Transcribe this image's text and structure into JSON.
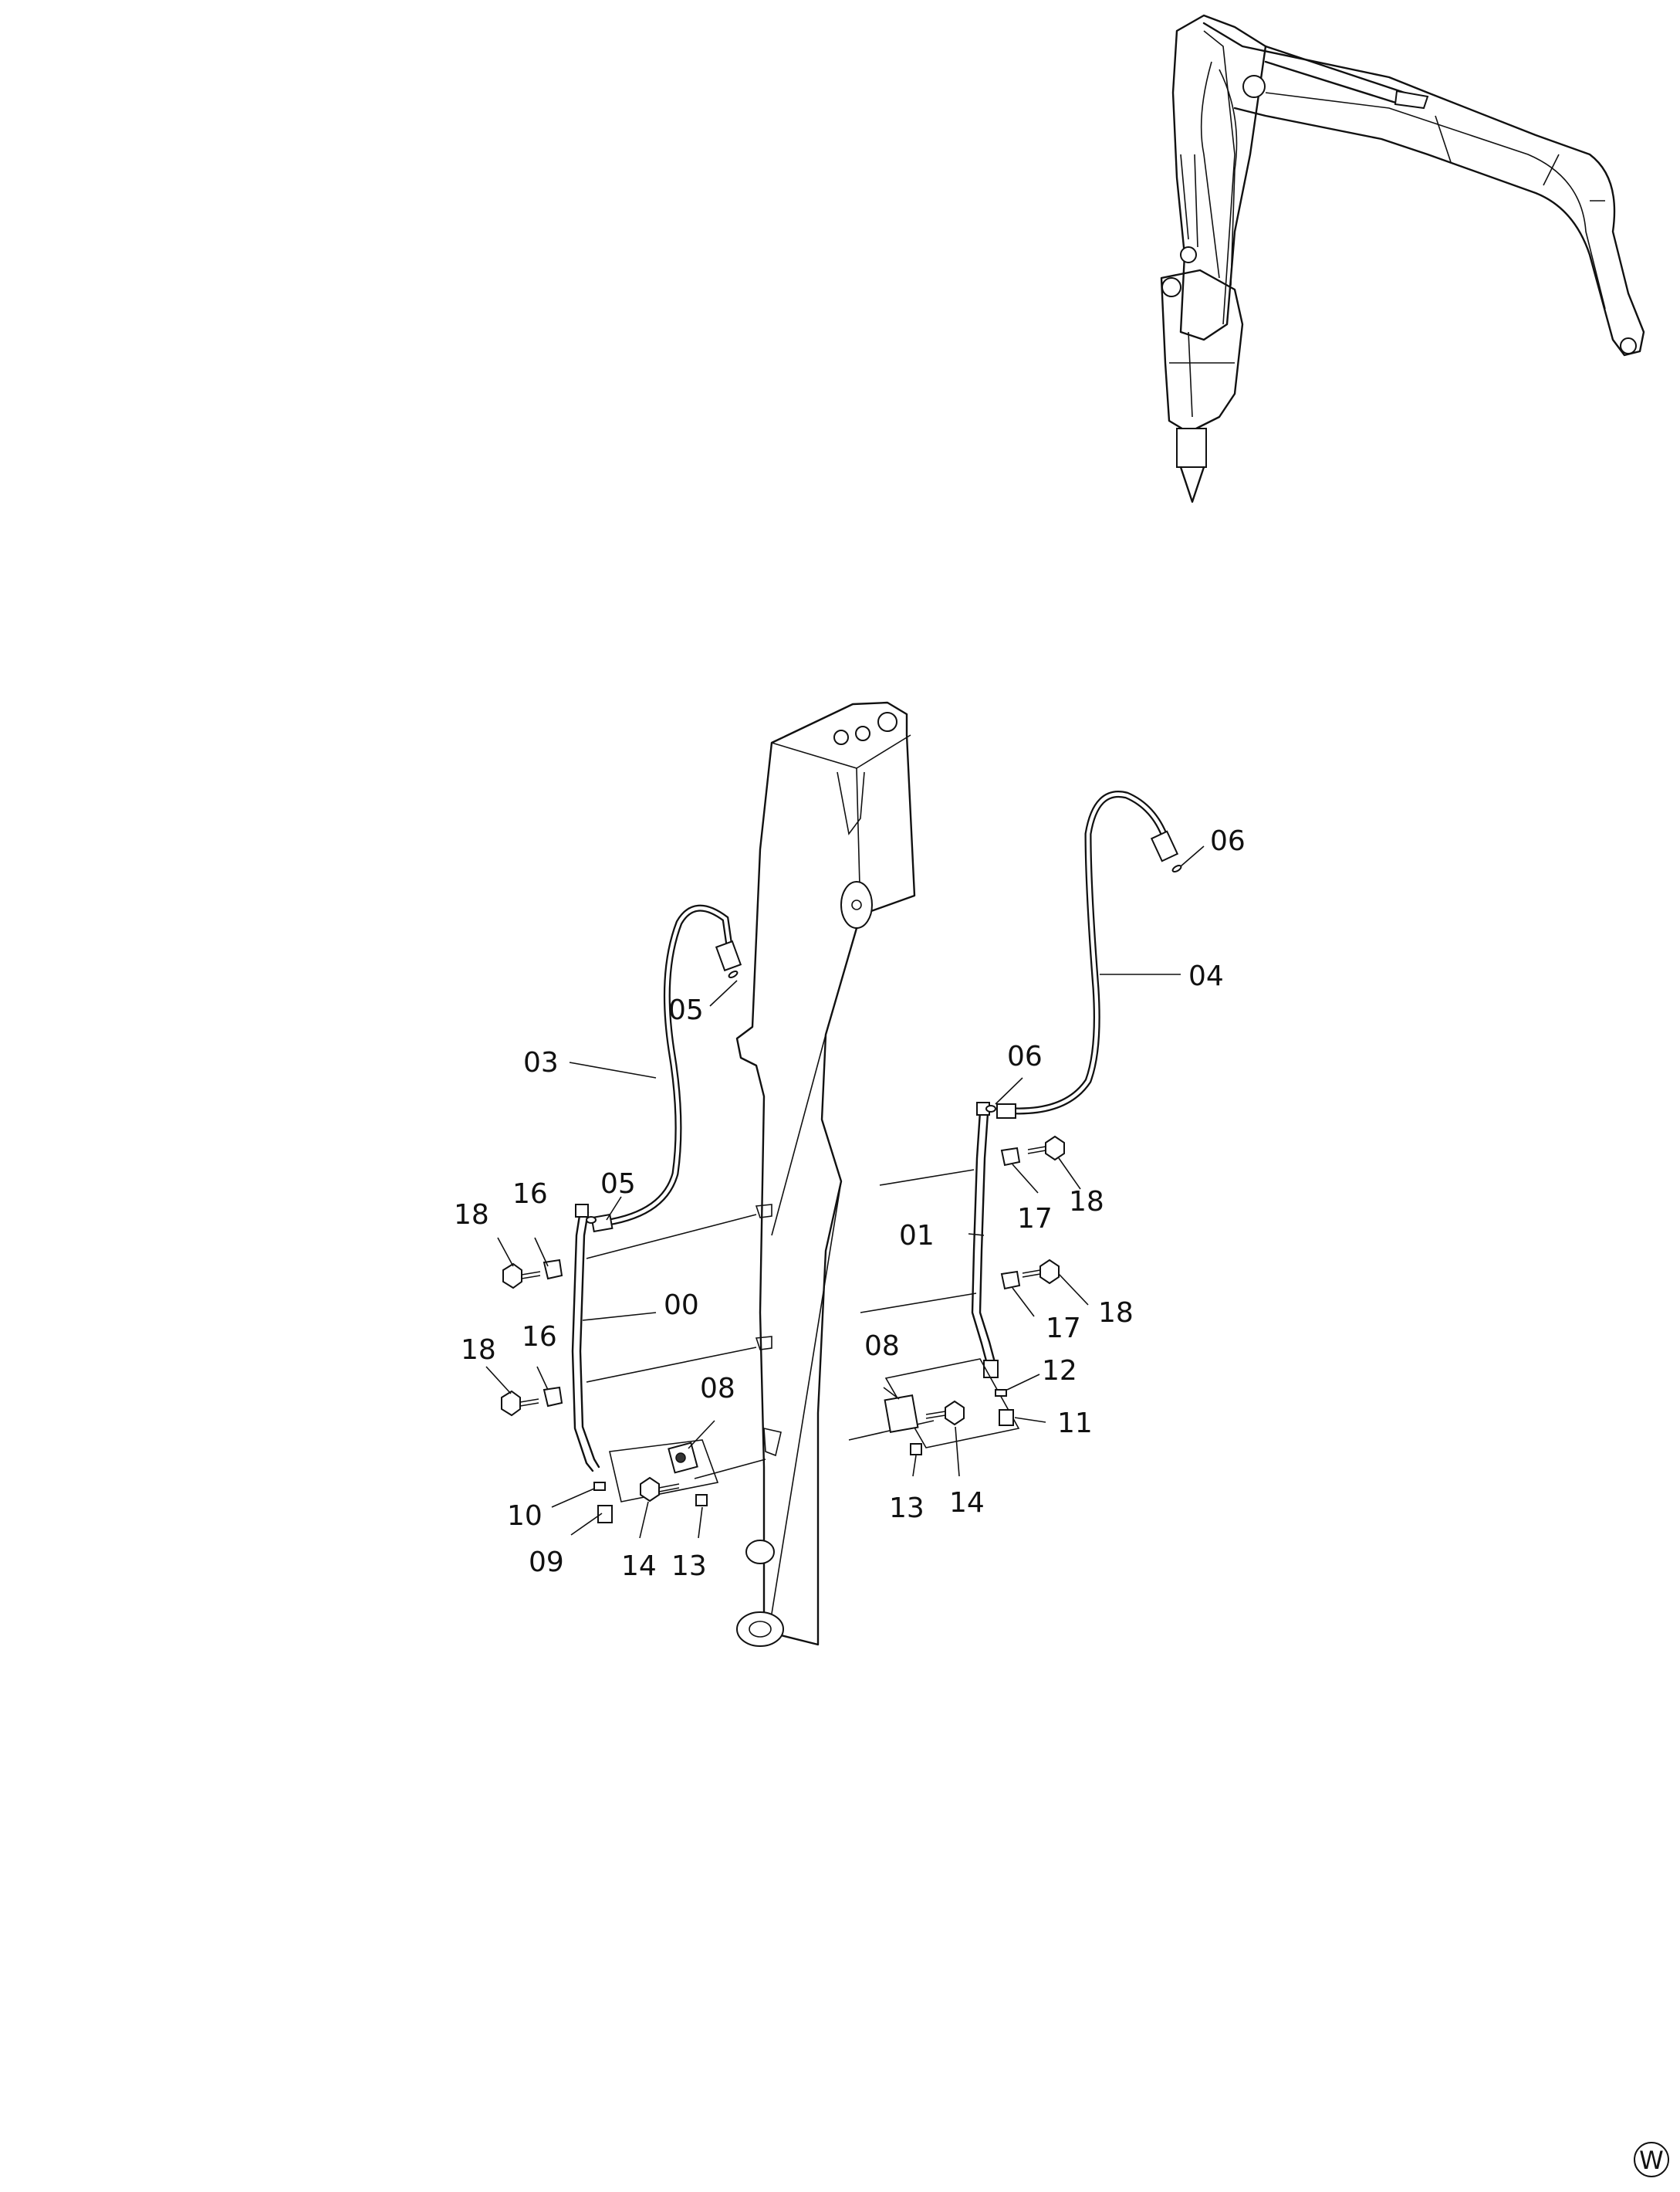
{
  "labels": {
    "p00": "00",
    "p01": "01",
    "p03": "03",
    "p04": "04",
    "p05a": "05",
    "p05b": "05",
    "p06a": "06",
    "p06b": "06",
    "p08a": "08",
    "p08b": "08",
    "p09": "09",
    "p10": "10",
    "p11": "11",
    "p12": "12",
    "p13a": "13",
    "p13b": "13",
    "p14a": "14",
    "p14b": "14",
    "p16a": "16",
    "p16b": "16",
    "p17a": "17",
    "p17b": "17",
    "p18a": "18",
    "p18b": "18",
    "p18c": "18",
    "p18d": "18"
  },
  "corner_mark": "W"
}
